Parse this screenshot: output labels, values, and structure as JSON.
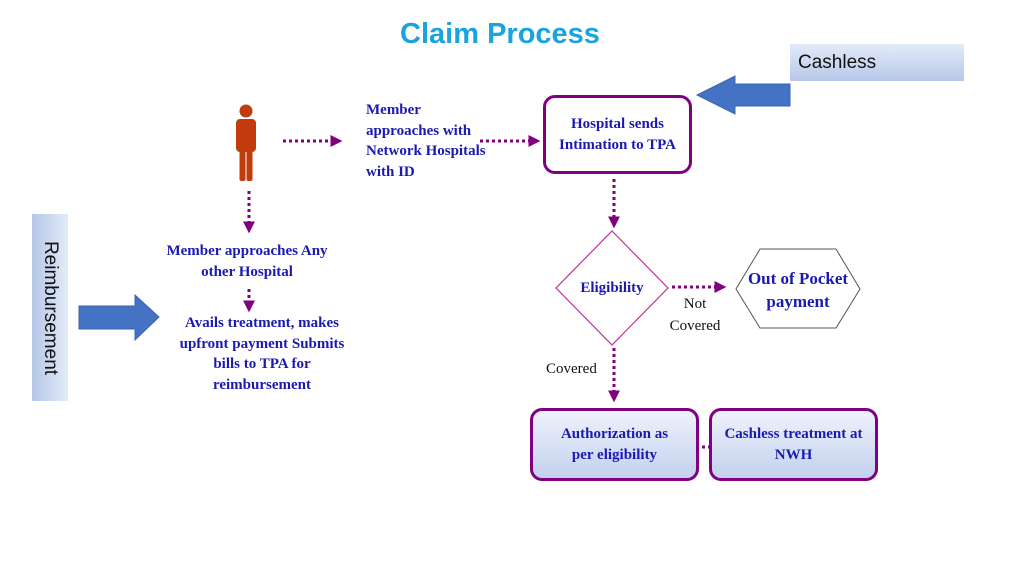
{
  "title": "Claim Process",
  "tabs": {
    "cashless": "Cashless",
    "reimbursement": "Reimbursement"
  },
  "nodes": {
    "member_network": "Member approaches with  Network Hospitals with ID",
    "hospital_intimation": "Hospital sends Intimation to TPA",
    "member_other": "Member approaches Any other Hospital",
    "avails_treatment": "Avails treatment, makes upfront payment Submits bills to TPA for reimbursement",
    "eligibility": "Eligibility",
    "out_of_pocket": "Out of Pocket payment",
    "authorization": "Authorization as per eligibility",
    "cashless_treatment": "Cashless treatment at NWH"
  },
  "edges": {
    "not_covered": "Not Covered",
    "covered": "Covered"
  },
  "colors": {
    "title": "#1aa3de",
    "node_text": "#1a1ab0",
    "connector": "#800080",
    "person": "#c23b0c",
    "block_arrow": "#4472c4"
  },
  "icons": [
    "person-icon",
    "block-arrow-left-icon",
    "block-arrow-right-icon"
  ]
}
